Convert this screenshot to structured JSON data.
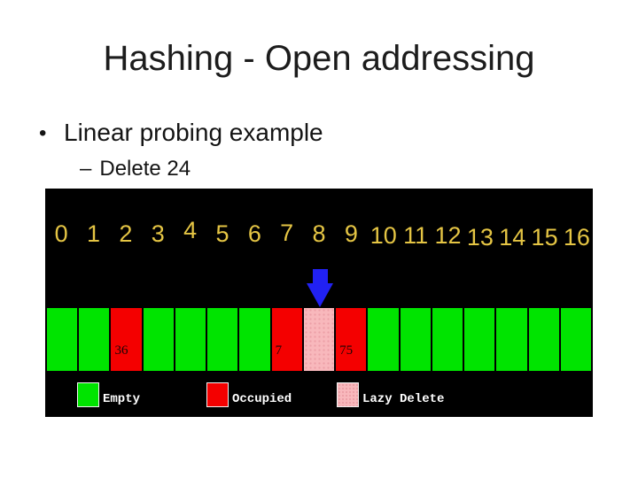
{
  "slide": {
    "title": "Hashing - Open addressing",
    "bullet_glyph": "•",
    "bullet": "Linear probing example",
    "sub_bullet_dash": "–",
    "sub_bullet": "Delete 24"
  },
  "diagram": {
    "indices": [
      "0",
      "1",
      "2",
      "3",
      "4",
      "5",
      "6",
      "7",
      "8",
      "9",
      "10",
      "11",
      "12",
      "13",
      "14",
      "15",
      "16"
    ],
    "cells": [
      {
        "index": 0,
        "state": "empty",
        "value": ""
      },
      {
        "index": 1,
        "state": "empty",
        "value": ""
      },
      {
        "index": 2,
        "state": "occupied",
        "value": "36"
      },
      {
        "index": 3,
        "state": "empty",
        "value": ""
      },
      {
        "index": 4,
        "state": "empty",
        "value": ""
      },
      {
        "index": 5,
        "state": "empty",
        "value": ""
      },
      {
        "index": 6,
        "state": "empty",
        "value": ""
      },
      {
        "index": 7,
        "state": "occupied",
        "value": "7"
      },
      {
        "index": 8,
        "state": "lazy",
        "value": ""
      },
      {
        "index": 9,
        "state": "occupied",
        "value": "75"
      },
      {
        "index": 10,
        "state": "empty",
        "value": ""
      },
      {
        "index": 11,
        "state": "empty",
        "value": ""
      },
      {
        "index": 12,
        "state": "empty",
        "value": ""
      },
      {
        "index": 13,
        "state": "empty",
        "value": ""
      },
      {
        "index": 14,
        "state": "empty",
        "value": ""
      },
      {
        "index": 15,
        "state": "empty",
        "value": ""
      },
      {
        "index": 16,
        "state": "empty",
        "value": ""
      }
    ],
    "arrow": {
      "direction": "down",
      "points_to_index": 8
    },
    "legend": [
      {
        "state": "empty",
        "label": "Empty"
      },
      {
        "state": "occupied",
        "label": "Occupied"
      },
      {
        "state": "lazy",
        "label": "Lazy Delete"
      }
    ],
    "colors": {
      "background": "#000000",
      "empty": "#00e400",
      "occupied": "#f40000",
      "lazy": "#f8b8bc",
      "index_text": "#e5c544",
      "arrow": "#2121f3"
    }
  }
}
